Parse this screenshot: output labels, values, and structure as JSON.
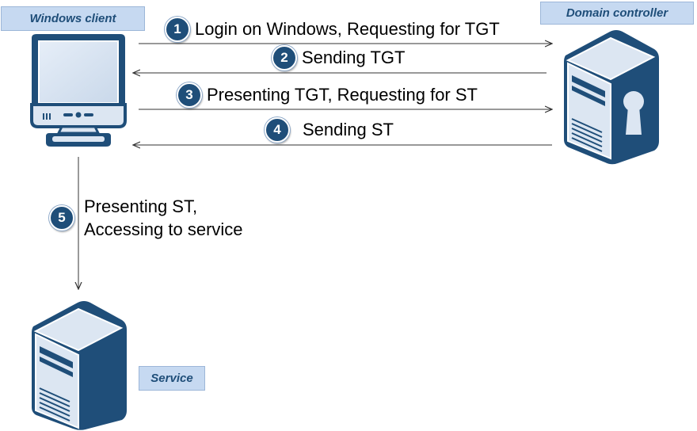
{
  "nodes": {
    "client_label": "Windows client",
    "dc_label": "Domain controller",
    "service_label": "Service"
  },
  "steps": [
    {
      "number": "1",
      "text": "Login on Windows, Requesting for TGT"
    },
    {
      "number": "2",
      "text": "Sending TGT"
    },
    {
      "number": "3",
      "text": "Presenting TGT, Requesting for ST"
    },
    {
      "number": "4",
      "text": "Sending ST"
    },
    {
      "number": "5",
      "line1": "Presenting ST,",
      "line2": "Accessing to service"
    }
  ],
  "colors": {
    "label_fill": "#c6d9f1",
    "label_text": "#1f4e79",
    "badge": "#1f4e79",
    "device_dark": "#1f4e79",
    "device_light": "#dce6f2"
  },
  "icons": [
    "monitor-icon",
    "server-lock-icon",
    "server-icon"
  ]
}
